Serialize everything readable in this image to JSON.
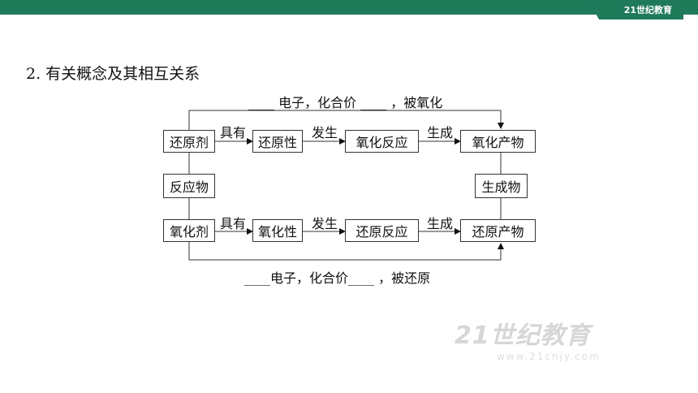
{
  "brand": {
    "logo_text": "21世纪教育",
    "watermark": "21世纪教育",
    "watermark_url": "www.21cnjy.com"
  },
  "heading": "2.  有关概念及其相互关系",
  "top_path": {
    "boxes": [
      "还原剂",
      "还原性",
      "氧化反应",
      "氧化产物"
    ],
    "arrows": [
      "具有",
      "发生",
      "生成"
    ],
    "caption": "____ 电子，化合价 ____ ，被氧化"
  },
  "middle": {
    "left": "反应物",
    "right": "生成物"
  },
  "bottom_path": {
    "boxes": [
      "氧化剂",
      "氧化性",
      "还原反应",
      "还原产物"
    ],
    "arrows": [
      "具有",
      "发生",
      "生成"
    ],
    "caption": "____电子，化合价____ ，被还原"
  }
}
